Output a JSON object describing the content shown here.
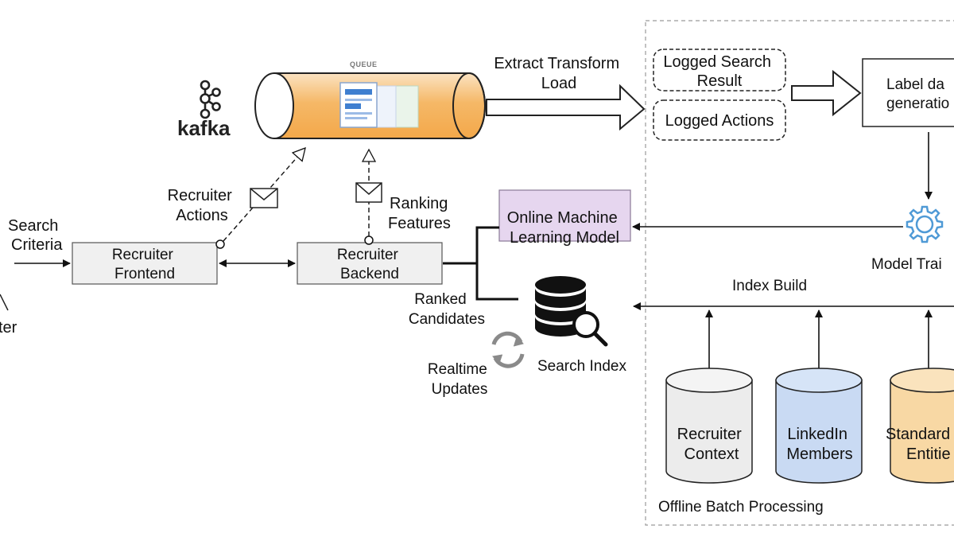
{
  "kafka": {
    "logo_text": "kafka",
    "queue_label": "QUEUE"
  },
  "labels": {
    "etl": [
      "Extract Transform",
      "Load"
    ],
    "logged_search": [
      "Logged Search",
      "Result"
    ],
    "logged_actions": "Logged Actions",
    "label_data": [
      "Label da",
      "generatio"
    ],
    "recruiter_actions": [
      "Recruiter",
      "Actions"
    ],
    "ranking_features": [
      "Ranking",
      "Features"
    ],
    "search_criteria": [
      "Search",
      "Criteria"
    ],
    "recruiter_fragment": "ter",
    "recruiter_frontend": [
      "Recruiter",
      "Frontend"
    ],
    "recruiter_backend": [
      "Recruiter",
      "Backend"
    ],
    "online_ml": [
      "Online Machine",
      "Learning Model"
    ],
    "model_training": "Model Trai",
    "ranked_candidates": [
      "Ranked",
      "Candidates"
    ],
    "index_build": "Index Build",
    "realtime_updates": [
      "Realtime",
      "Updates"
    ],
    "search_index": "Search Index",
    "recruiter_context": [
      "Recruiter",
      "Context"
    ],
    "linkedin_members": [
      "LinkedIn",
      "Members"
    ],
    "standard_entities": [
      "Standard",
      "Entitie"
    ],
    "offline_batch": "Offline Batch Processing"
  },
  "colors": {
    "queue_orange": "#f5b867",
    "ml_box": "#e6d6ef",
    "cyl_gray": "#ececec",
    "cyl_blue": "#c9daf3",
    "cyl_orange": "#f8d8a4",
    "gear_blue": "#4f9ad6"
  }
}
